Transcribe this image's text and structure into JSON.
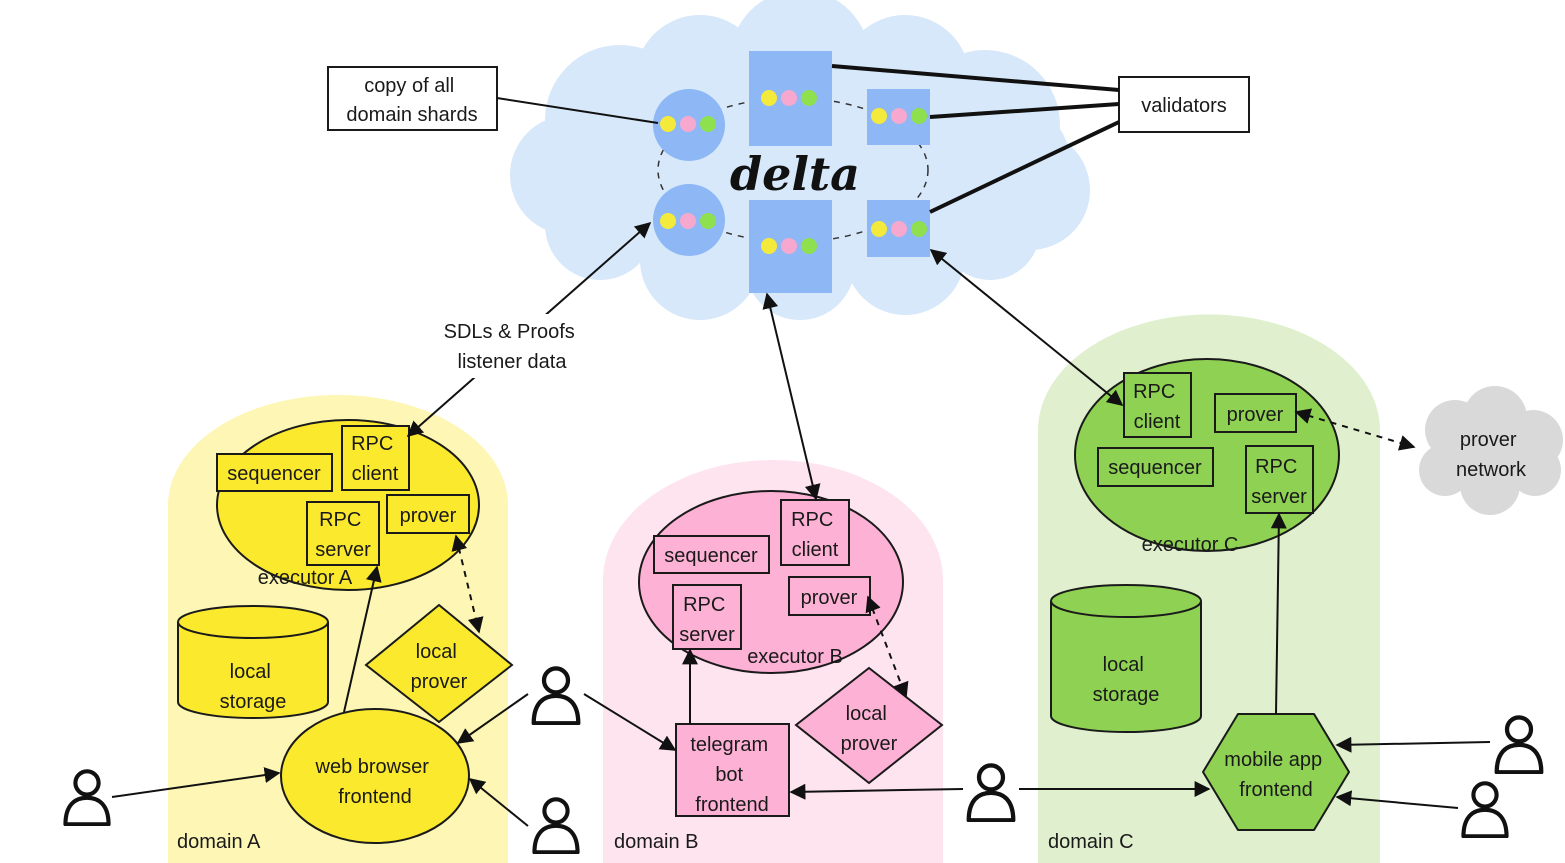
{
  "network": {
    "logo": "delta",
    "shard_note": [
      "copy of all",
      "domain shards"
    ],
    "validators": "validators",
    "link_label": [
      "SDLs & Proofs",
      "listener data"
    ],
    "dot_colors": [
      "#f4ea3b",
      "#f7a8cf",
      "#8fe04f"
    ]
  },
  "domain_a": {
    "label": "domain A",
    "color": "#fdf6b5",
    "executor": "executor A",
    "sequencer": "sequencer",
    "rpc_client": [
      "RPC",
      "client"
    ],
    "rpc_server": [
      "RPC",
      "server"
    ],
    "prover": "prover",
    "local_prover": [
      "local",
      "prover"
    ],
    "storage": [
      "local",
      "storage"
    ],
    "frontend": [
      "web browser",
      "frontend"
    ]
  },
  "domain_b": {
    "label": "domain B",
    "color": "#fde4ef",
    "executor": "executor B",
    "sequencer": "sequencer",
    "rpc_client": [
      "RPC",
      "client"
    ],
    "rpc_server": [
      "RPC",
      "server"
    ],
    "prover": "prover",
    "local_prover": [
      "local",
      "prover"
    ],
    "frontend": [
      "telegram",
      "bot",
      "frontend"
    ]
  },
  "domain_c": {
    "label": "domain C",
    "color": "#e0f0cf",
    "executor": "executor C",
    "sequencer": "sequencer",
    "rpc_client": [
      "RPC",
      "client"
    ],
    "rpc_server": [
      "RPC",
      "server"
    ],
    "prover": "prover",
    "storage": [
      "local",
      "storage"
    ],
    "frontend": [
      "mobile app",
      "frontend"
    ],
    "prover_network": [
      "prover",
      "network"
    ]
  }
}
